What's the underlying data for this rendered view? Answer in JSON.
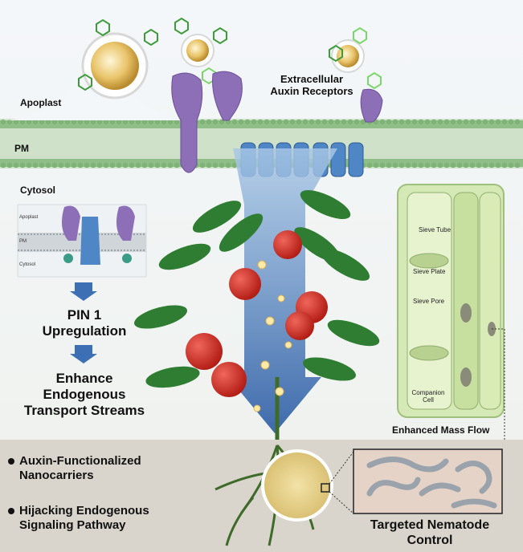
{
  "labels": {
    "apoplast": "Apoplast",
    "pm": "PM",
    "cytosol": "Cytosol",
    "receptors": "Extracellular\nAuxin Receptors",
    "inset_apoplast": "Apoplast",
    "inset_pm": "PM",
    "inset_cytosol": "Cytosol",
    "pin1": "PIN 1\nUpregulation",
    "enhance": "Enhance\nEndogenous\nTransport Streams",
    "sieve_tube": "Sieve Tube",
    "sieve_plate": "Sieve Plate",
    "sieve_pore": "Sieve Pore",
    "companion_cell": "Companion\nCell",
    "mass_flow": "Enhanced Mass Flow",
    "bullet1": "Auxin-Functionalized\nNanocarriers",
    "bullet2": "Hijacking Endogenous\nSignaling Pathway",
    "nematode": "Targeted Nematode\nControl"
  },
  "colors": {
    "background_top": "#eef4f8",
    "membrane_green": "#9fc49a",
    "receptor_purple": "#8d6fb7",
    "channel_blue": "#4f86c6",
    "arrow_blue": "#3c6fb3",
    "leaf_green": "#2f7d32",
    "tomato_red": "#d42a1f",
    "phloem_green": "#c9e3a8",
    "bottom_band": "#d9d5cc",
    "root_green": "#3e6b2a"
  }
}
